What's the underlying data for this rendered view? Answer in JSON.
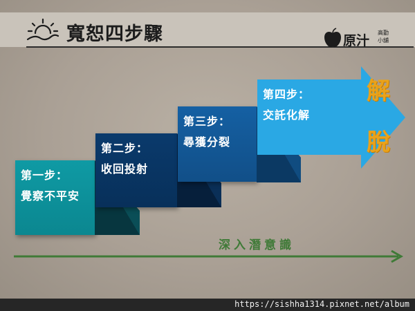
{
  "header": {
    "title": "寬恕四步驟",
    "icon": "sunrise-icon"
  },
  "logo": {
    "text": "原汁",
    "small_text": "高勤小舖",
    "icon": "apple-icon"
  },
  "steps": [
    {
      "label": "第一步：",
      "text": "覺察不平安",
      "color": "#0f9aa4"
    },
    {
      "label": "第二步：",
      "text": "收回投射",
      "color": "#0a3a6c"
    },
    {
      "label": "第三步：",
      "text": "尋獲分裂",
      "color": "#1560a3"
    },
    {
      "label": "第四步：",
      "text": "交託化解",
      "color": "#2eaee8"
    }
  ],
  "result": {
    "char1": "解",
    "char2": "脫",
    "color": "#e9a21b"
  },
  "progress": {
    "label": "深入潛意識",
    "color": "#3f7a37"
  },
  "watermark": {
    "url": "https://sishha1314.pixnet.net/album"
  }
}
